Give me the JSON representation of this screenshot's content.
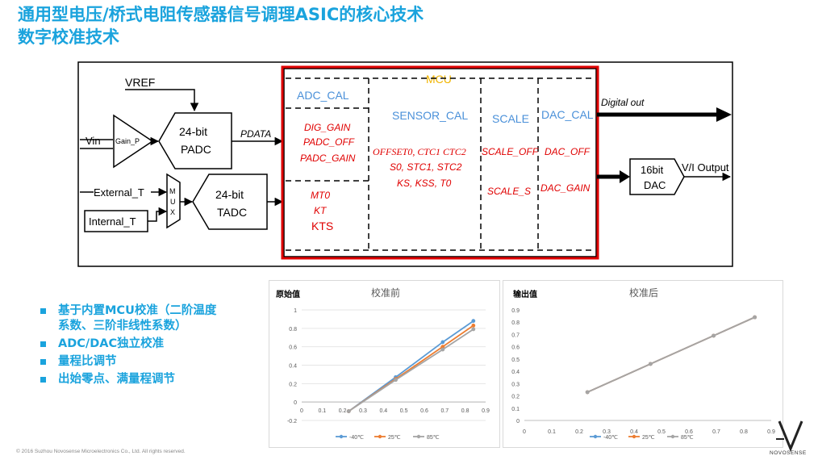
{
  "title": {
    "line1": "通用型电压/桥式电阻传感器信号调理ASIC的核心技术",
    "line2": "数字校准技术"
  },
  "diagram": {
    "vref": "VREF",
    "vin": "Vin",
    "gain_p": "Gain_P",
    "padc": [
      "24-bit",
      "PADC"
    ],
    "pdata": "PDATA",
    "external_t": "External_T",
    "internal_t": "Internal_T",
    "mux": [
      "M",
      "U",
      "X"
    ],
    "tadc": [
      "24-bit",
      "TADC"
    ],
    "mcu": "MCU",
    "col_adc_cal": "ADC_CAL",
    "col_sensor_cal": "SENSOR_CAL",
    "col_scale": "SCALE",
    "col_dac_cal": "DAC_CAL",
    "adc_cal_params": [
      "DIG_GAIN",
      "PADC_OFF",
      "PADC_GAIN"
    ],
    "temp_params": [
      "MT0",
      "KT",
      "KTS"
    ],
    "sensor_cal_params": [
      "OFFSET0,  CTC1 CTC2",
      "S0, STC1, STC2",
      "KS, KSS, T0"
    ],
    "scale_off": "SCALE_OFF",
    "scale_s": "SCALE_S",
    "dac_off": "DAC_OFF",
    "dac_gain": "DAC_GAIN",
    "digital_out": "Digital out",
    "dac": [
      "16bit",
      "DAC"
    ],
    "vi_output": "V/I Output"
  },
  "bullets": [
    "基于内置MCU校准（二阶温度",
    "系数、三阶非线性系数）",
    "ADC/DAC独立校准",
    "量程比调节",
    "出始零点、满量程调节"
  ],
  "footer": "© 2016 Suzhou Novosense Microelectronics Co., Ltd.  All rights reserved.",
  "logo": "NOVOSENSE",
  "chart_data": [
    {
      "type": "line",
      "title": "校准前",
      "ylabel": "原始值",
      "xlim": [
        0,
        0.9
      ],
      "ylim": [
        -0.2,
        1
      ],
      "xticks": [
        "0",
        "0.1",
        "0.2",
        "0.3",
        "0.4",
        "0.5",
        "0.6",
        "0.7",
        "0.8",
        "0.9"
      ],
      "yticks": [
        "-0.2",
        "0",
        "0.2",
        "0.4",
        "0.6",
        "0.8",
        "1"
      ],
      "grid": "horizontal",
      "legend_position": "bottom",
      "series": [
        {
          "name": "-40℃",
          "color": "#5b9bd5",
          "x": [
            0.23,
            0.46,
            0.69,
            0.84
          ],
          "y": [
            -0.1,
            0.27,
            0.65,
            0.88
          ]
        },
        {
          "name": "25℃",
          "color": "#ed7d31",
          "x": [
            0.23,
            0.46,
            0.69,
            0.84
          ],
          "y": [
            -0.1,
            0.25,
            0.6,
            0.83
          ]
        },
        {
          "name": "85℃",
          "color": "#a5a5a5",
          "x": [
            0.23,
            0.46,
            0.69,
            0.84
          ],
          "y": [
            -0.1,
            0.24,
            0.57,
            0.79
          ]
        }
      ]
    },
    {
      "type": "line",
      "title": "校准后",
      "ylabel": "输出值",
      "xlim": [
        0,
        0.9
      ],
      "ylim": [
        0,
        0.9
      ],
      "xticks": [
        "0",
        "0.1",
        "0.2",
        "0.3",
        "0.4",
        "0.5",
        "0.6",
        "0.7",
        "0.8",
        "0.9"
      ],
      "yticks": [
        "0",
        "0.1",
        "0.2",
        "0.3",
        "0.4",
        "0.5",
        "0.6",
        "0.7",
        "0.8",
        "0.9"
      ],
      "grid": "none",
      "legend_position": "bottom",
      "series": [
        {
          "name": "-40℃",
          "color": "#5b9bd5",
          "x": [
            0.23,
            0.46,
            0.69,
            0.84
          ],
          "y": [
            0.23,
            0.46,
            0.69,
            0.84
          ]
        },
        {
          "name": "25℃",
          "color": "#ed7d31",
          "x": [
            0.23,
            0.46,
            0.69,
            0.84
          ],
          "y": [
            0.23,
            0.46,
            0.69,
            0.84
          ]
        },
        {
          "name": "85℃",
          "color": "#a5a5a5",
          "x": [
            0.23,
            0.46,
            0.69,
            0.84
          ],
          "y": [
            0.23,
            0.46,
            0.69,
            0.84
          ]
        }
      ]
    }
  ]
}
